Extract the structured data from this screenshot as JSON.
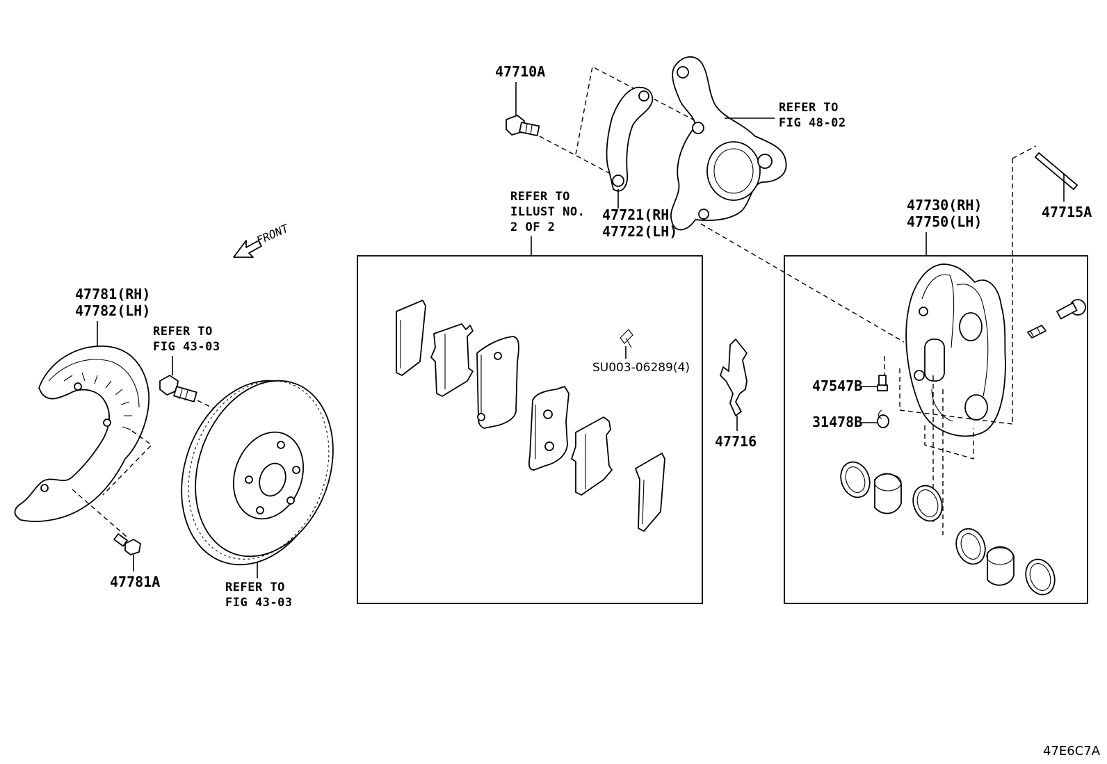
{
  "labels": {
    "bolt_47710a": "47710A",
    "knuckle_refer_line1": "REFER TO",
    "knuckle_refer_line2": "FIG 48-02",
    "arm_rh": "47721(RH)",
    "arm_lh": "47722(LH)",
    "caliper_rh": "47730(RH)",
    "caliper_lh": "47750(LH)",
    "pin_47715a": "47715A",
    "pads_refer_line1": "REFER TO",
    "pads_refer_line2": "ILLUST NO.",
    "pads_refer_line3": "2 OF 2",
    "clip_code": "SU003-06289(4)",
    "spring_47716": "47716",
    "bleeder_47547b": "47547B",
    "cap_31478b": "31478B",
    "front_arrow": "FRONT",
    "shield_rh": "47781(RH)",
    "shield_lh": "47782(LH)",
    "hub_bolt_refer_line1": "REFER TO",
    "hub_bolt_refer_line2": "FIG 43-03",
    "shield_bolt": "47781A",
    "rotor_refer_line1": "REFER TO",
    "rotor_refer_line2": "FIG 43-03",
    "illustration_code": "47E6C7A"
  }
}
